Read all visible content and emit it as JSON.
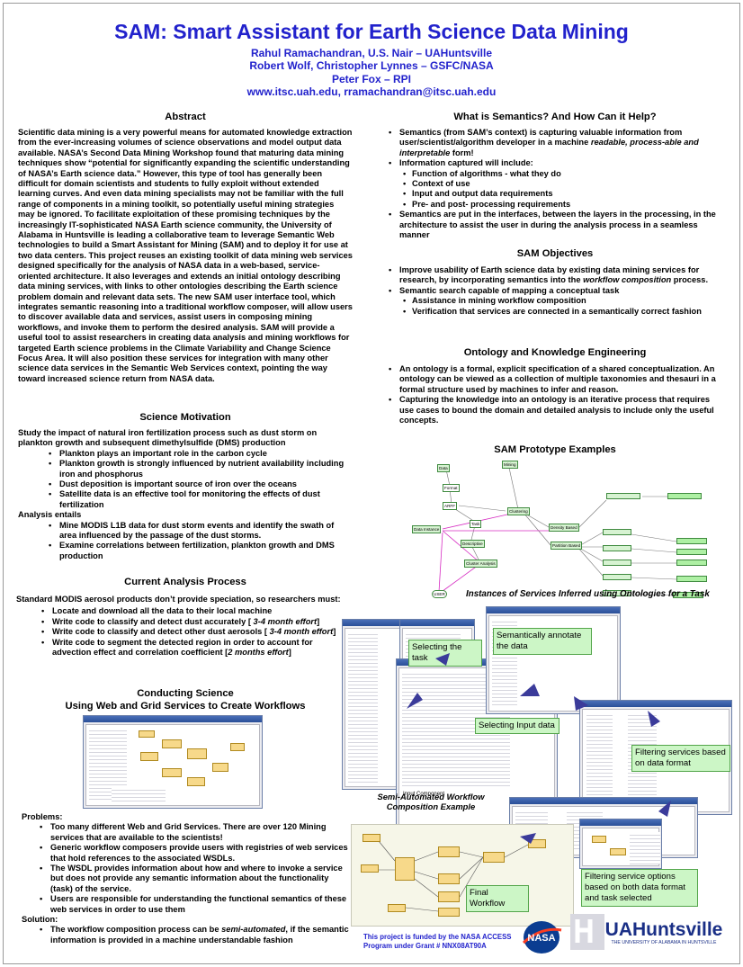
{
  "header": {
    "title": "SAM: Smart Assistant for Earth Science Data Mining",
    "authors_1": "Rahul Ramachandran, U.S. Nair – UAHuntsville",
    "authors_2": "Robert Wolf, Christopher Lynnes – GSFC/NASA",
    "authors_3": "Peter Fox – RPI",
    "contact": "www.itsc.uah.edu, rramachandran@itsc.uah.edu"
  },
  "abstract": {
    "heading": "Abstract",
    "text": "Scientific data mining is a very powerful means for automated knowledge extraction from the ever-increasing volumes of science observations and model output data available. NASA’s Second Data Mining Workshop found that maturing data mining techniques show “potential for significantly expanding the scientific understanding of NASA’s Earth science data.” However, this type of tool has generally been difficult for domain scientists and students to fully exploit without extended learning curves. And even data mining specialists may not be familiar with the full range of components in a mining toolkit, so potentially useful mining strategies may be ignored.  To facilitate exploitation of these promising techniques by the increasingly IT-sophisticated NASA Earth science community, the University of Alabama in Huntsville is leading a collaborative team to leverage Semantic Web technologies to build a Smart Assistant for Mining (SAM) and to deploy it for use at two data centers.  This project reuses an existing toolkit of data mining web services designed specifically for the analysis of NASA data in a web-based, service-oriented architecture.  It also leverages and extends an initial ontology describing data mining services, with links to other ontologies describing the Earth science problem domain and relevant data sets.  The new SAM user interface tool, which integrates semantic reasoning into a traditional workflow composer, will allow users to discover available data and services, assist users in composing mining workflows, and invoke them to perform the desired analysis.  SAM will provide a useful tool to assist researchers in creating data analysis and mining workflows for targeted Earth science problems in the Climate Variability and Change Science Focus Area.  It will also position these services for integration with many other science data services in the Semantic Web Services context, pointing the way toward increased science return from NASA data."
  },
  "science": {
    "heading": "Science Motivation",
    "intro": "Study the impact of natural iron fertilization process such as dust storm on plankton growth and subsequent dimethylsulfide (DMS) production",
    "bullets": [
      "Plankton plays an important role in the carbon cycle",
      "Plankton growth is strongly influenced by nutrient availability including iron and phosphorus",
      "Dust deposition is important source of iron over the oceans",
      "Satellite data is an effective tool for monitoring the effects of dust fertilization"
    ],
    "analysis_label": "Analysis entails",
    "analysis": [
      "Mine MODIS L1B data for dust storm events and identify the swath of area influenced by the passage of the dust storms.",
      "Examine correlations between fertilization, plankton growth and DMS production"
    ]
  },
  "current": {
    "heading": "Current Analysis Process",
    "intro": "Standard MODIS aerosol products don’t provide speciation, so researchers must:",
    "b1": "Locate and download all the data to their local machine",
    "b2_text": "Write code to classify and detect dust accurately [ ",
    "b2_em": "3-4 month effort",
    "b2_end": "]",
    "b3_text": "Write code to classify and detect other dust aerosols [ ",
    "b3_em": "3-4 month effort",
    "b3_end": "]",
    "b4_text": "Write code to segment the detected region in order to account for advection effect and correlation coefficient [",
    "b4_em": "2 months effort",
    "b4_end": "]"
  },
  "conducting": {
    "heading_1": "Conducting Science",
    "heading_2": "Using Web and Grid Services to Create Workflows"
  },
  "problems": {
    "label": "Problems:",
    "bullets": [
      "Too many different Web and Grid Services. There are over 120 Mining services that are available to the scientists!",
      "Generic workflow composers provide users with registries of web services that hold references to the associated WSDLs.",
      "The WSDL provides information about how and where to invoke a service but does not provide any semantic information about the functionality (task) of the service.",
      "Users are responsible for understanding the functional semantics of these web services in order to use them"
    ],
    "solution_label": "Solution:",
    "solution_text": "The workflow composition process can be ",
    "solution_em": "semi-automated",
    "solution_end": ", if the semantic information is provided in a machine understandable fashion"
  },
  "semantics": {
    "heading": "What is Semantics? And How Can it Help?",
    "b1_text": "Semantics (from SAM’s context) is capturing valuable information from user/scientist/algorithm developer in a machine ",
    "b1_em": "readable, process-able and interpretable",
    "b1_end": " form!",
    "b2": "Information captured will include:",
    "sub": [
      "Function of algorithms - what they do",
      "Context of use",
      "Input and output data requirements",
      "Pre- and post- processing requirements"
    ],
    "b3": "Semantics are put in the interfaces, between the layers in the processing, in the architecture to assist the user in during the analysis process in a seamless manner"
  },
  "objectives": {
    "heading": "SAM Objectives",
    "b1_text": "Improve usability of Earth science data by existing data mining services for research, by incorporating semantics into the ",
    "b1_em": "workflow composition",
    "b1_end": " process.",
    "b2": "Semantic search capable of mapping a conceptual task",
    "sub": [
      "Assistance in mining workflow composition",
      "Verification that services are connected in a semantically correct fashion"
    ]
  },
  "ontology": {
    "heading": "Ontology and Knowledge Engineering",
    "bullets": [
      "An ontology is a formal, explicit specification of a shared conceptualization. An ontology can be viewed as a collection of multiple taxonomies and thesauri in a formal structure used by machines to infer and reason.",
      "Capturing the knowledge into an ontology is an iterative process that requires use cases to bound the domain and detailed analysis to include only the useful concepts."
    ]
  },
  "prototype": {
    "heading": "SAM Prototype Examples",
    "caption_instances": "Instances of Services Inferred using Ontologies for a Task",
    "caption_semi_1": "Semi-Automated Workflow",
    "caption_semi_2": "Composition Example",
    "callouts": {
      "task": "Selecting the task",
      "annotate": "Semantically annotate the data",
      "input": "Selecting Input data",
      "filter_format": "Filtering services based on data format",
      "final": "Final Workflow",
      "filter_options": "Filtering service options based on both data format and task selected"
    },
    "graph_nodes": [
      "Data",
      "Format",
      "Mining",
      "ARFF",
      "Task",
      "Clustering",
      "Descriptive",
      "Data Instance",
      "Cluster Analysis",
      "Density Based",
      "Partition Based",
      "USER"
    ],
    "input_component_label": "Input Component"
  },
  "footer": {
    "funding_1": "This project is funded by the NASA ACCESS",
    "funding_2": "Program under Grant # NNX08AT90A",
    "nasa": "NASA",
    "uah": "UAHuntsville",
    "uah_sub": "THE UNIVERSITY OF ALABAMA IN HUNTSVILLE"
  },
  "colors": {
    "title": "#2222cc",
    "callout": "#ccf6c6",
    "arrow": "#3b3b9a"
  }
}
